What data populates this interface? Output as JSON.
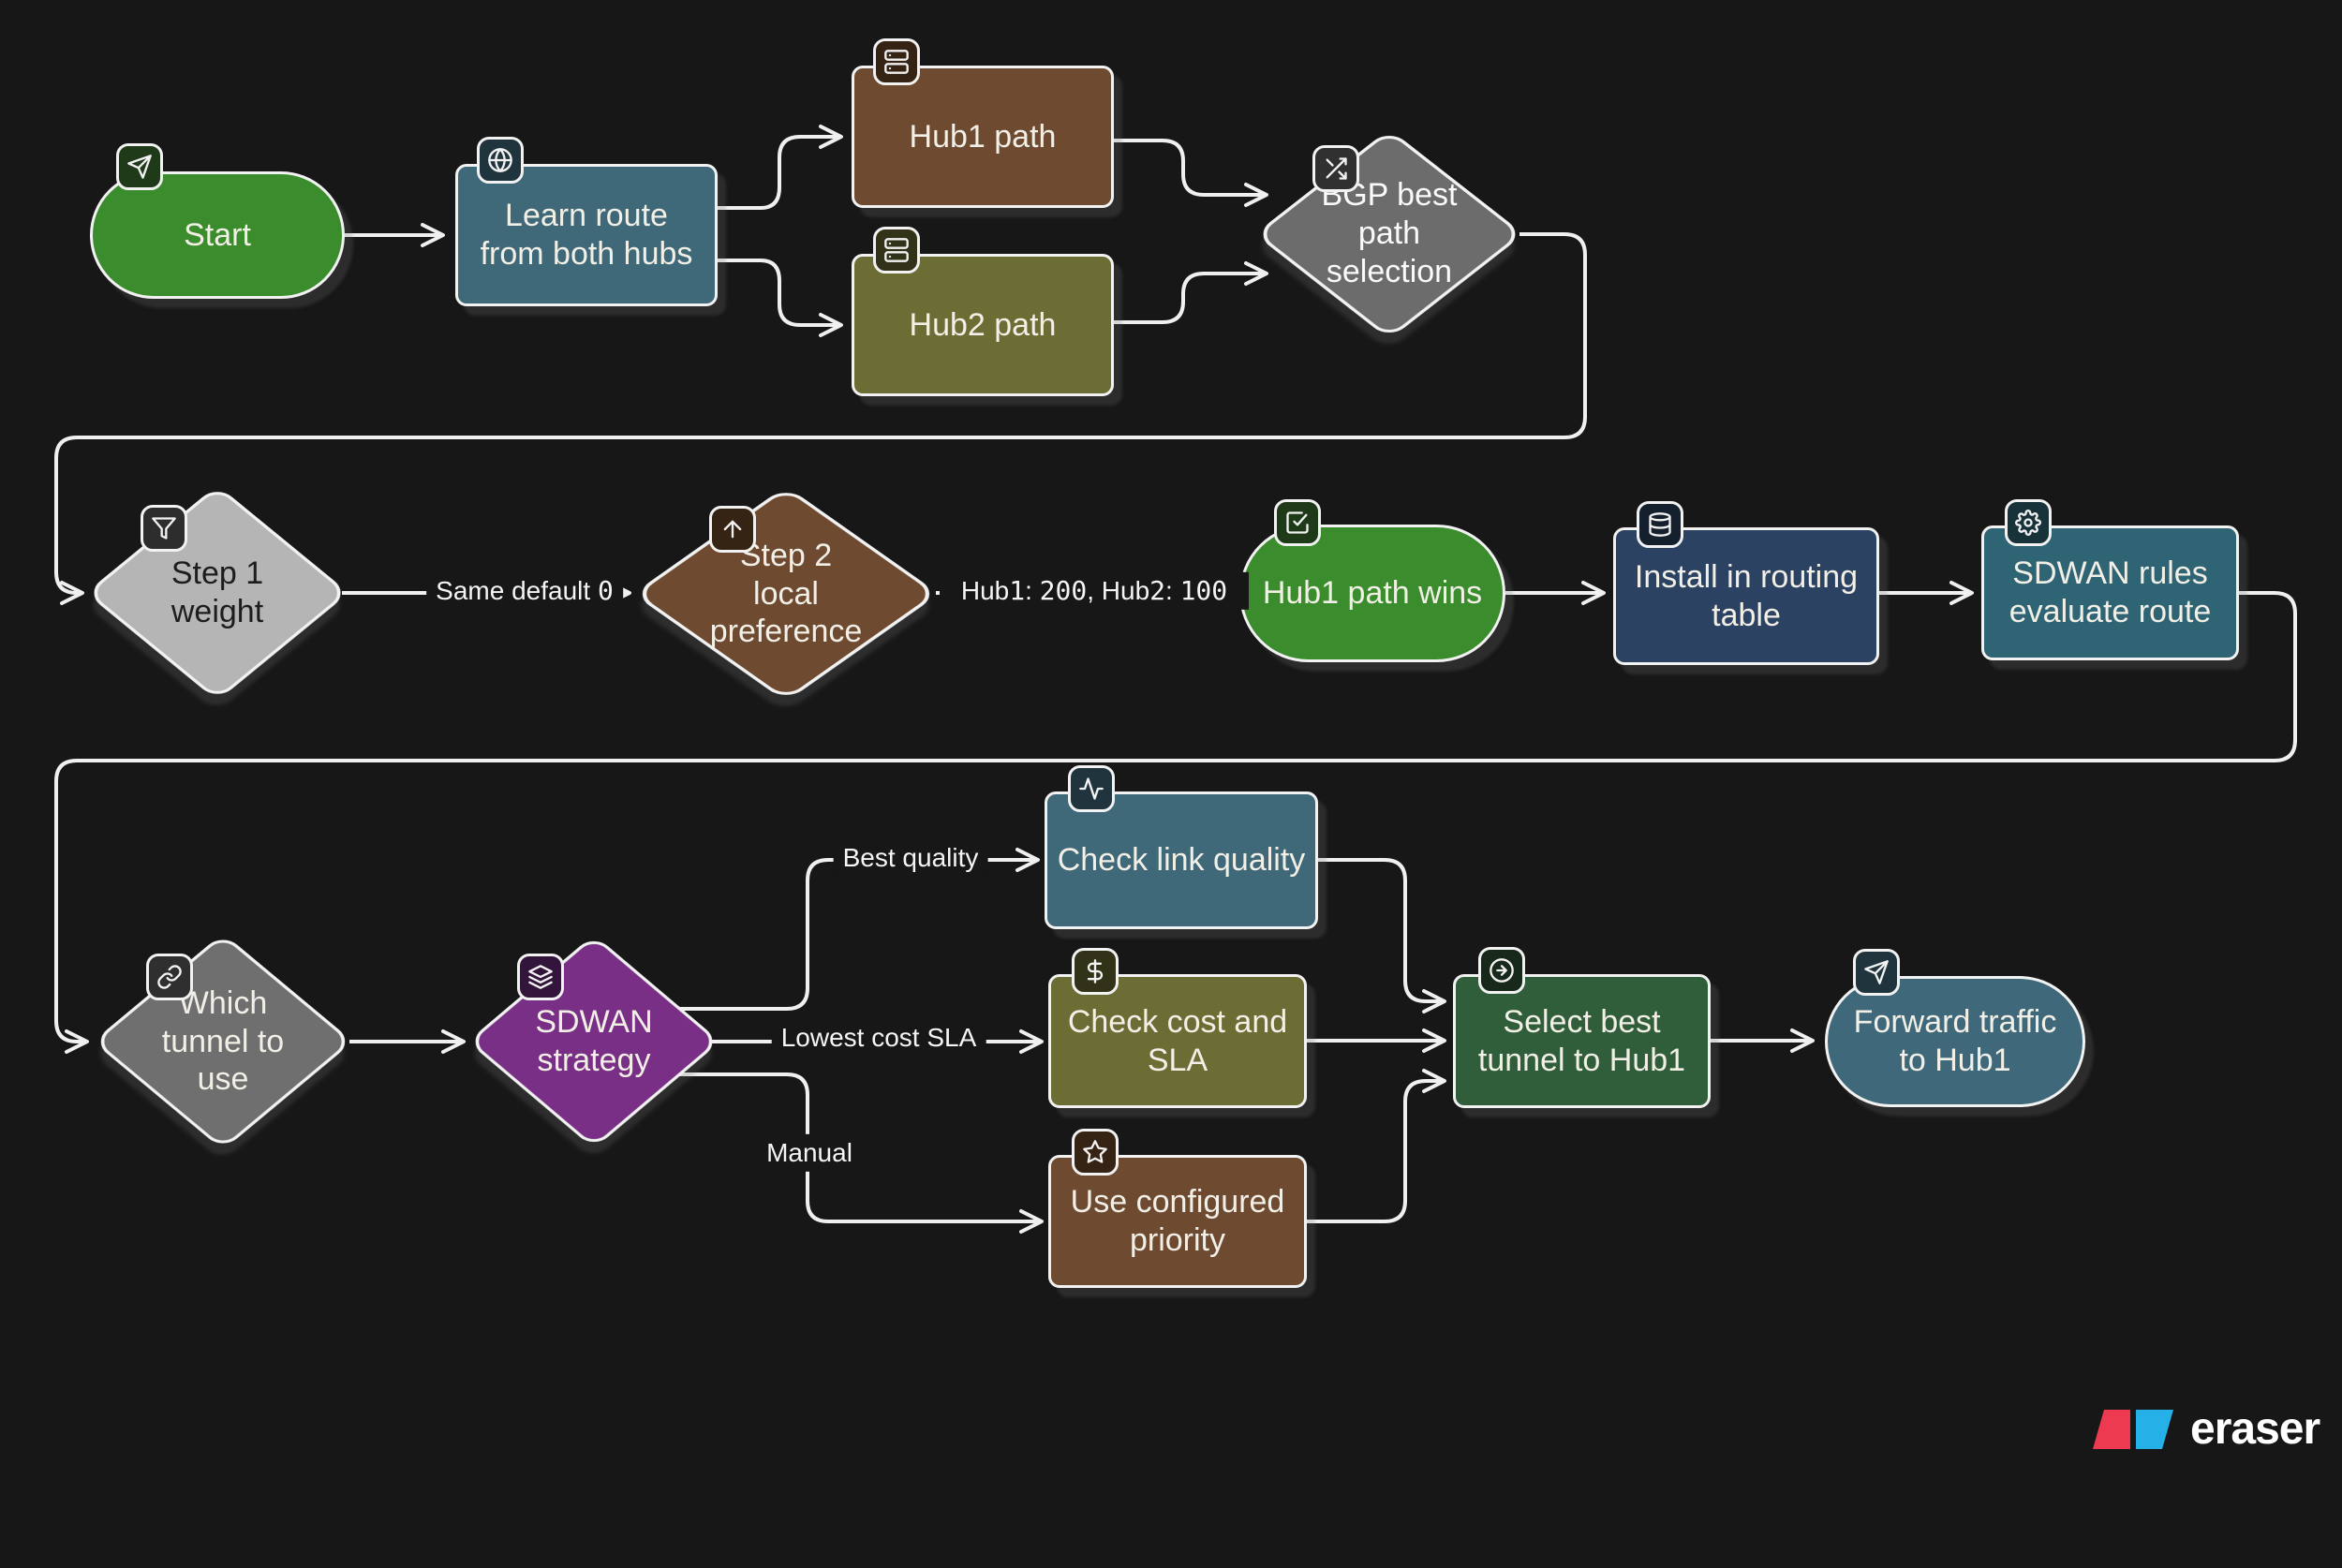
{
  "canvas": {
    "background": "#171717",
    "line_color": "#f0f0f0"
  },
  "nodes": [
    {
      "id": "start",
      "label": "Start",
      "shape": "pill",
      "icon": "send-icon",
      "fill": "#3a8c2d",
      "badge_fill": "#1f3a19",
      "text_color": "#f2efe7"
    },
    {
      "id": "learn",
      "label": "Learn route from both hubs",
      "shape": "rect",
      "icon": "globe-icon",
      "fill": "#3f6878",
      "badge_fill": "#20343d",
      "text_color": "#f2efe7"
    },
    {
      "id": "hub1",
      "label": "Hub1 path",
      "shape": "rect",
      "icon": "server-icon",
      "fill": "#6e4a31",
      "badge_fill": "#352313",
      "text_color": "#f2efe7"
    },
    {
      "id": "hub2",
      "label": "Hub2 path",
      "shape": "rect",
      "icon": "server-icon",
      "fill": "#6c6c35",
      "badge_fill": "#323218",
      "text_color": "#f2efe7"
    },
    {
      "id": "bgp",
      "label": "BGP best path selection",
      "shape": "diamond",
      "icon": "shuffle-icon",
      "fill": "#6c6c6c",
      "badge_fill": "#303030",
      "text_color": "#fafafa"
    },
    {
      "id": "step1",
      "label": "Step 1 weight",
      "shape": "diamond",
      "icon": "filter-icon",
      "fill": "#b5b5b5",
      "badge_fill": "#2d2d2d",
      "text_color": "#1d1d1d"
    },
    {
      "id": "step2",
      "label": "Step 2 local preference",
      "shape": "diamond",
      "icon": "arrow-up-icon",
      "fill": "#6e4a31",
      "badge_fill": "#352313",
      "text_color": "#f2efe7"
    },
    {
      "id": "hub1wins",
      "label": "Hub1 path wins",
      "shape": "pill",
      "icon": "check-square-icon",
      "fill": "#3a8c2d",
      "badge_fill": "#1f3a19",
      "text_color": "#f2efe7"
    },
    {
      "id": "install",
      "label": "Install in routing table",
      "shape": "rect",
      "icon": "database-icon",
      "fill": "#2b4263",
      "badge_fill": "#15202f",
      "text_color": "#f2efe7"
    },
    {
      "id": "sdwanrules",
      "label": "SDWAN rules evaluate route",
      "shape": "rect",
      "icon": "gear-icon",
      "fill": "#2f6474",
      "badge_fill": "#18323a",
      "text_color": "#f2efe7"
    },
    {
      "id": "whichtunnel",
      "label": "Which tunnel to use",
      "shape": "diamond",
      "icon": "link-icon",
      "fill": "#6f6f6f",
      "badge_fill": "#2f2f2f",
      "text_color": "#f2efe7"
    },
    {
      "id": "sdwanstrategy",
      "label": "SDWAN strategy",
      "shape": "diamond",
      "icon": "layers-icon",
      "fill": "#782f85",
      "badge_fill": "#33143a",
      "text_color": "#f2efe7"
    },
    {
      "id": "checkquality",
      "label": "Check link quality",
      "shape": "rect",
      "icon": "activity-icon",
      "fill": "#3f6878",
      "badge_fill": "#20343d",
      "text_color": "#f2efe7"
    },
    {
      "id": "checkcost",
      "label": "Check cost and SLA",
      "shape": "rect",
      "icon": "dollar-icon",
      "fill": "#6c6c35",
      "badge_fill": "#323218",
      "text_color": "#f2efe7"
    },
    {
      "id": "useconfig",
      "label": "Use configured priority",
      "shape": "rect",
      "icon": "star-icon",
      "fill": "#6e4a31",
      "badge_fill": "#352313",
      "text_color": "#f2efe7"
    },
    {
      "id": "selectbest",
      "label": "Select best tunnel to Hub1",
      "shape": "rect",
      "icon": "arrow-right-circle-icon",
      "fill": "#305e3a",
      "badge_fill": "#16291a",
      "text_color": "#f2efe7"
    },
    {
      "id": "forward",
      "label": "Forward traffic to Hub1",
      "shape": "pill",
      "icon": "send-icon",
      "fill": "#3f697b",
      "badge_fill": "#20343d",
      "text_color": "#f2efe7"
    }
  ],
  "edges": [
    {
      "from": "start",
      "to": "learn",
      "label": ""
    },
    {
      "from": "learn",
      "to": "hub1",
      "label": ""
    },
    {
      "from": "learn",
      "to": "hub2",
      "label": ""
    },
    {
      "from": "hub1",
      "to": "bgp",
      "label": ""
    },
    {
      "from": "hub2",
      "to": "bgp",
      "label": ""
    },
    {
      "from": "bgp",
      "to": "step1",
      "label": ""
    },
    {
      "from": "step1",
      "to": "step2",
      "label": "Same default 0"
    },
    {
      "from": "step2",
      "to": "hub1wins",
      "label": "Hub1: 200, Hub2: 100"
    },
    {
      "from": "hub1wins",
      "to": "install",
      "label": ""
    },
    {
      "from": "install",
      "to": "sdwanrules",
      "label": ""
    },
    {
      "from": "sdwanrules",
      "to": "whichtunnel",
      "label": ""
    },
    {
      "from": "whichtunnel",
      "to": "sdwanstrategy",
      "label": ""
    },
    {
      "from": "sdwanstrategy",
      "to": "checkquality",
      "label": "Best quality"
    },
    {
      "from": "sdwanstrategy",
      "to": "checkcost",
      "label": "Lowest cost SLA"
    },
    {
      "from": "sdwanstrategy",
      "to": "useconfig",
      "label": "Manual"
    },
    {
      "from": "checkquality",
      "to": "selectbest",
      "label": ""
    },
    {
      "from": "checkcost",
      "to": "selectbest",
      "label": ""
    },
    {
      "from": "useconfig",
      "to": "selectbest",
      "label": ""
    },
    {
      "from": "selectbest",
      "to": "forward",
      "label": ""
    }
  ],
  "edge_labels": {
    "same_default": "Same default 0",
    "local_pref": "Hub1: 200, Hub2: 100",
    "best_quality": "Best quality",
    "lowest_cost": "Lowest cost SLA",
    "manual": "Manual"
  },
  "watermark": {
    "brand": "eraser",
    "red": "#ee3a50",
    "blue": "#26b0e8"
  }
}
